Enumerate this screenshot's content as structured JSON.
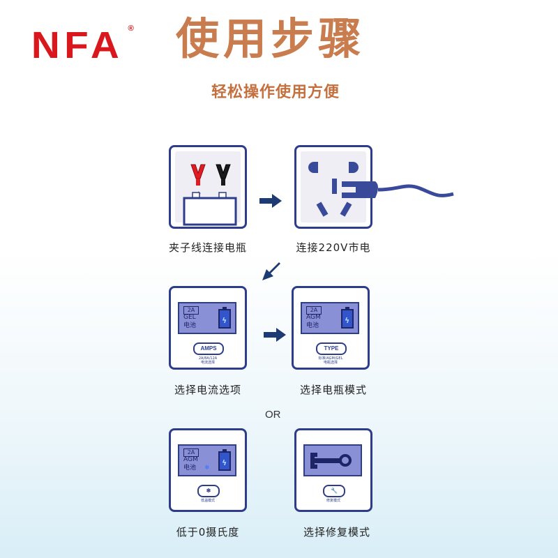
{
  "header": {
    "logo": "NFA",
    "logo_mark": "®",
    "title": "使用步骤",
    "subtitle": "轻松操作使用方便"
  },
  "steps": [
    {
      "caption": "夹子线连接电瓶",
      "icon": "battery-clamps-icon"
    },
    {
      "caption": "连接220V市电",
      "icon": "power-socket-plug-icon"
    },
    {
      "caption": "选择电流选项",
      "icon": "amps-display-icon",
      "lcd_value": "2A",
      "lcd_type": "GEL",
      "lcd_label": "电池",
      "button": "AMPS",
      "button_note": "2A/8A/12A\n电流选择"
    },
    {
      "caption": "选择电瓶模式",
      "icon": "type-display-icon",
      "lcd_value": "2A",
      "lcd_type": "AGM",
      "lcd_label": "电池",
      "button": "TYPE",
      "button_note": "标准/AGM/GEL\n电瓶选择"
    },
    {
      "caption": "低于0摄氏度",
      "icon": "low-temp-display-icon",
      "lcd_value": "2A",
      "lcd_type": "AGM",
      "lcd_label": "电池",
      "button": "❄",
      "button_note": "低温模式"
    },
    {
      "caption": "选择修复模式",
      "icon": "repair-wrench-icon",
      "button": "🔧",
      "button_note": "修复模式"
    }
  ],
  "or_label": "OR",
  "colors": {
    "brand_red": "#d9181e",
    "title": "#c97c4d",
    "frame": "#2d3d8c",
    "arrow": "#1e3a72"
  }
}
